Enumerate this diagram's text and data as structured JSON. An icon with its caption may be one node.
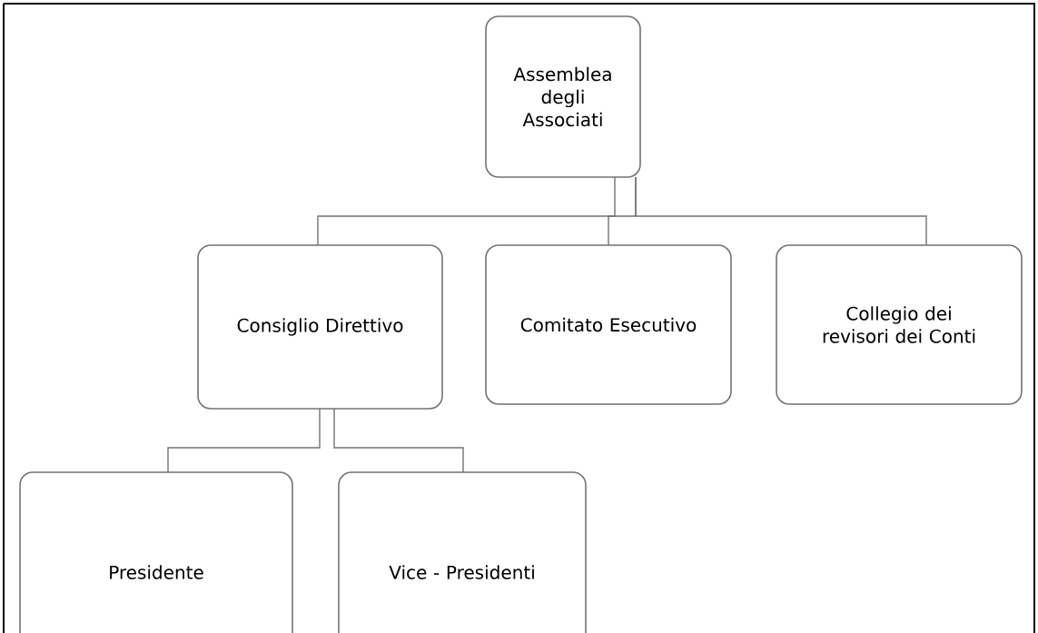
{
  "diagram": {
    "nodes": [
      {
        "text": [
          "Assemblea degli Associati"
        ]
      },
      {
        "text": [
          "Consiglio Direttivo"
        ]
      },
      {
        "text": [
          "Comitato Esecutivo"
        ]
      },
      {
        "text": [
          "Collegio dei revisori dei Conti"
        ]
      },
      {
        "text": [
          "Presidente"
        ]
      },
      {
        "text": [
          "Vice - Presidenti"
        ]
      }
    ],
    "edges": [
      {
        "from": 0,
        "to": 1,
        "arrow": "none"
      },
      {
        "from": 0,
        "to": 2,
        "arrow": "none"
      },
      {
        "from": 0,
        "to": 3,
        "arrow": "none"
      },
      {
        "from": 1,
        "to": 4,
        "arrow": "none"
      },
      {
        "from": 1,
        "to": 5,
        "arrow": "none"
      }
    ]
  }
}
